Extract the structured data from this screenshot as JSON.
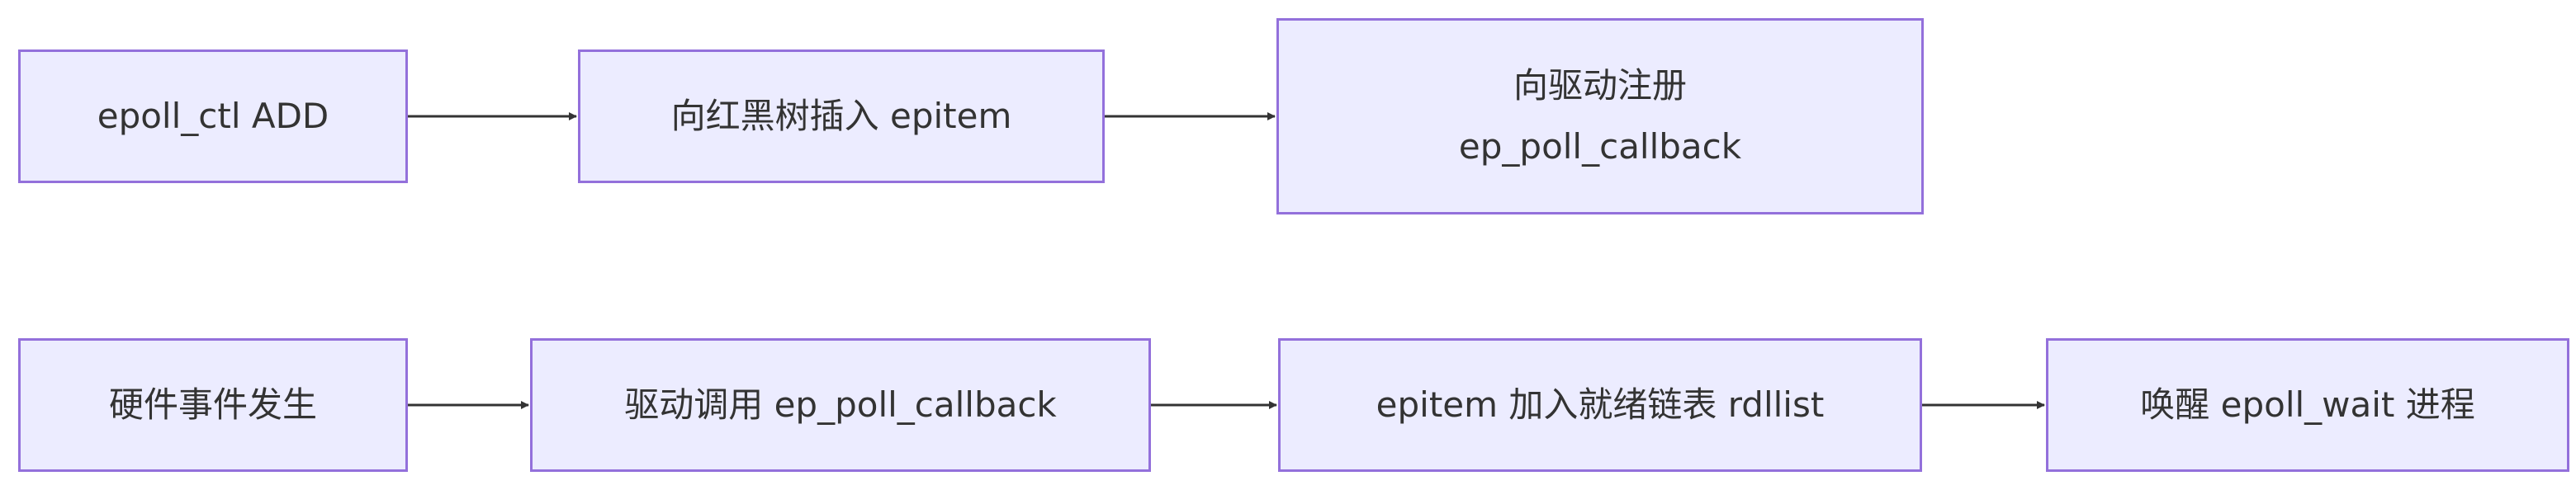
{
  "diagram": {
    "colors": {
      "node_fill": "#ECECFF",
      "node_border": "#9370DB",
      "edge": "#333333",
      "text": "#333333"
    },
    "nodes": [
      {
        "id": "n1",
        "lines": [
          "epoll_ctl ADD"
        ]
      },
      {
        "id": "n2",
        "lines": [
          "向红黑树插入 epitem"
        ]
      },
      {
        "id": "n3",
        "lines": [
          "向驱动注册",
          "ep_poll_callback"
        ]
      },
      {
        "id": "n4",
        "lines": [
          "硬件事件发生"
        ]
      },
      {
        "id": "n5",
        "lines": [
          "驱动调用 ep_poll_callback"
        ]
      },
      {
        "id": "n6",
        "lines": [
          "epitem 加入就绪链表 rdllist"
        ]
      },
      {
        "id": "n7",
        "lines": [
          "唤醒 epoll_wait 进程"
        ]
      }
    ],
    "edges": [
      {
        "from": "n1",
        "to": "n2"
      },
      {
        "from": "n2",
        "to": "n3"
      },
      {
        "from": "n4",
        "to": "n5"
      },
      {
        "from": "n5",
        "to": "n6"
      },
      {
        "from": "n6",
        "to": "n7"
      }
    ]
  }
}
